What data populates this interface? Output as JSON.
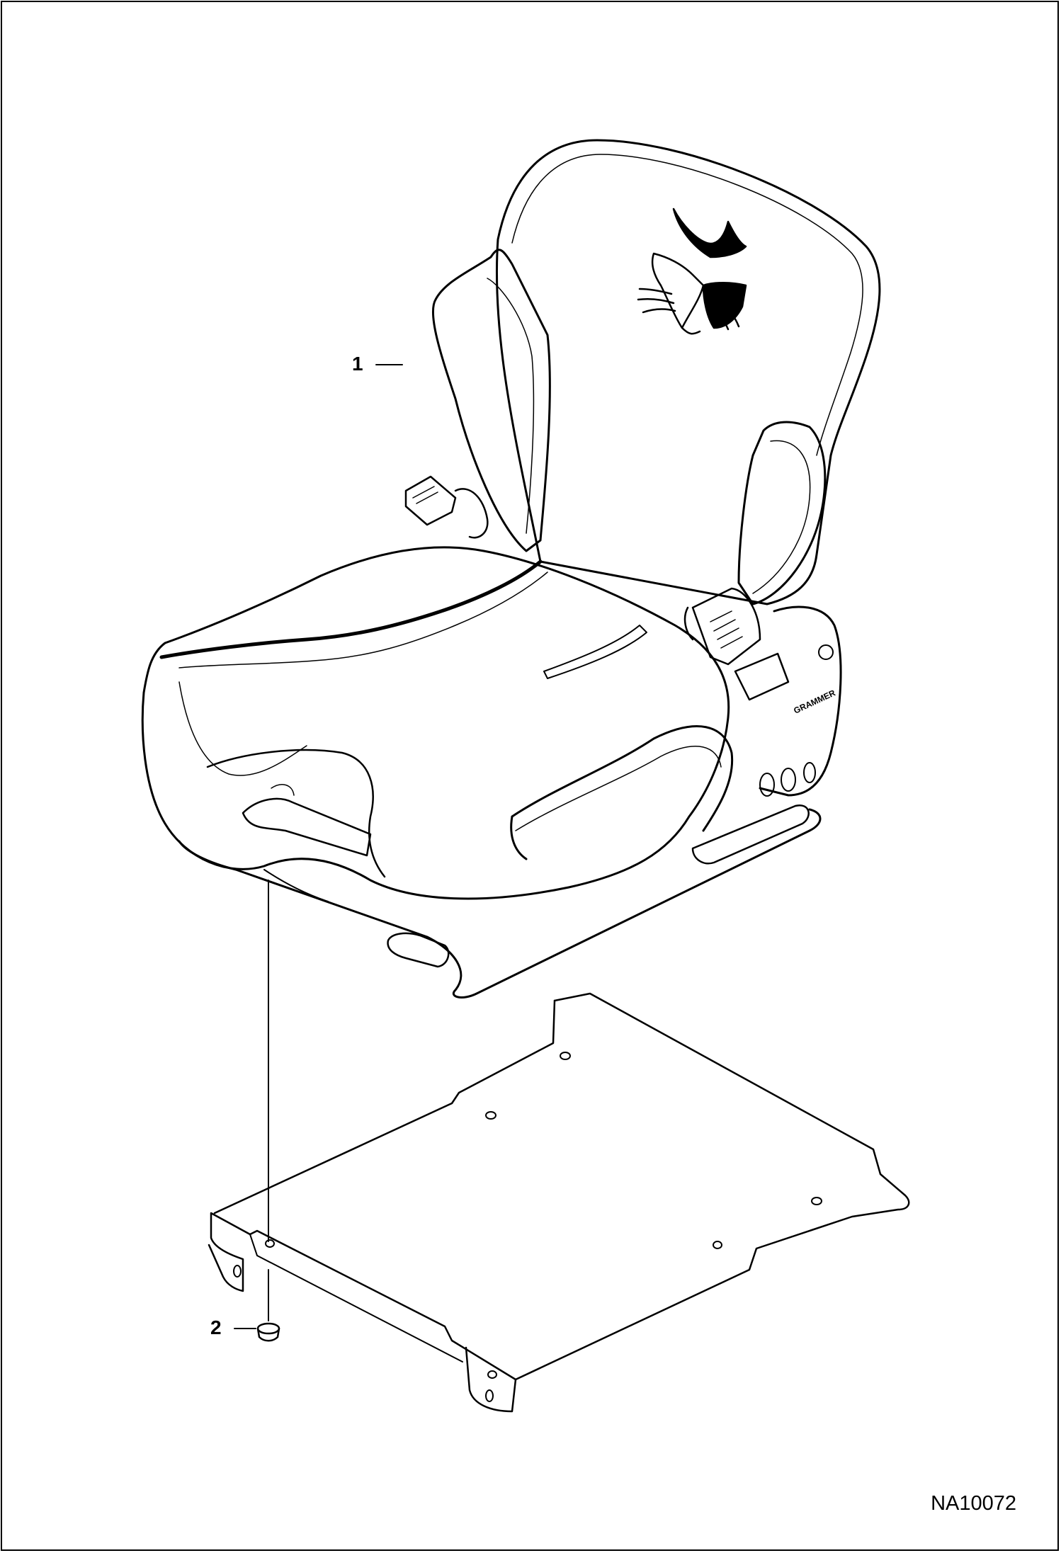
{
  "callouts": [
    {
      "number": "1"
    },
    {
      "number": "2"
    }
  ],
  "figure_id": "NA10072",
  "logo": "bobcat-head-logo",
  "colors": {
    "line": "#000000",
    "background": "#ffffff"
  }
}
